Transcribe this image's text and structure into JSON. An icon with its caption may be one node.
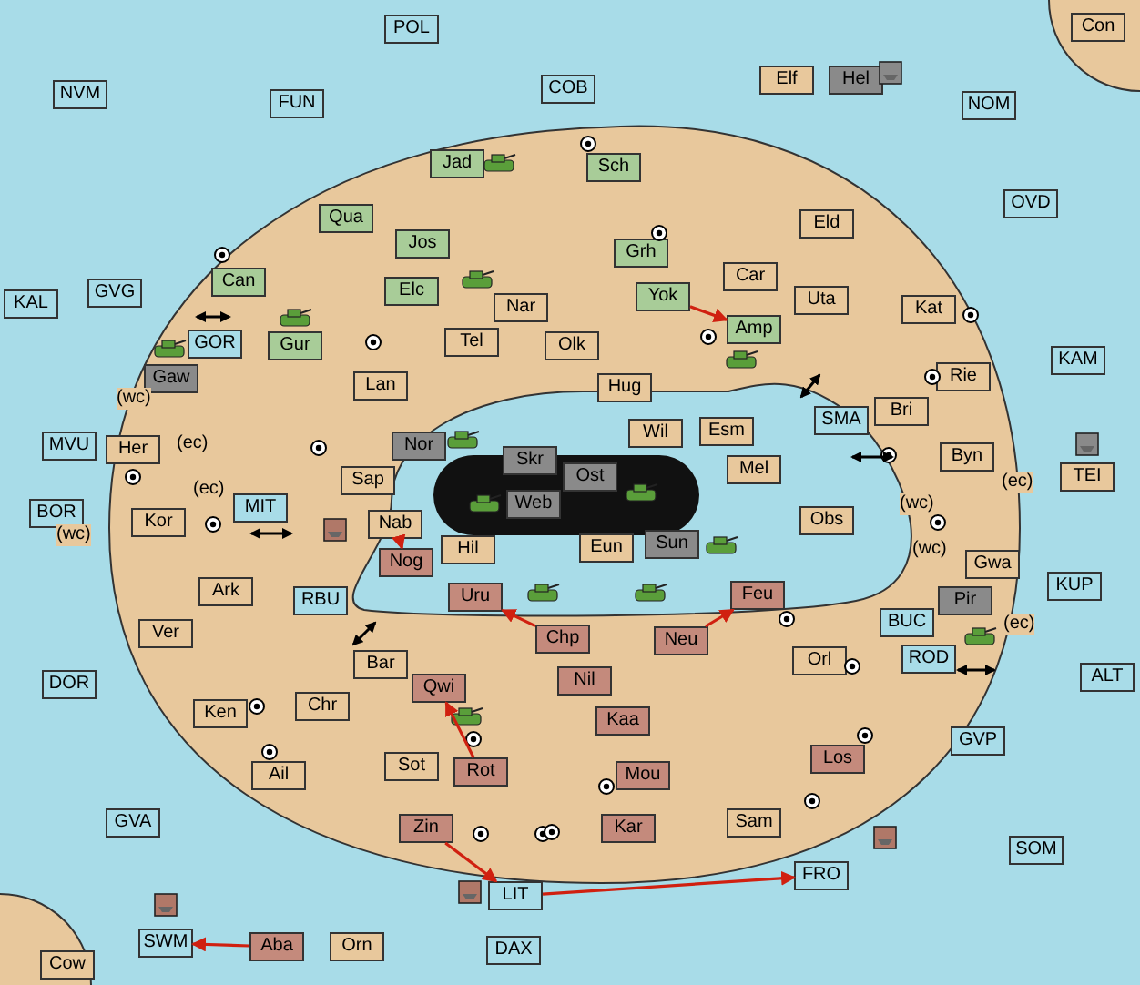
{
  "diagram": {
    "nodes": [
      {
        "text": [
          "POL"
        ]
      },
      {
        "text": [
          "NVM"
        ]
      },
      {
        "text": [
          "FUN"
        ]
      },
      {
        "text": [
          "COB"
        ]
      },
      {
        "text": [
          "Elf"
        ]
      },
      {
        "text": [
          "Hel"
        ]
      },
      {
        "text": [
          "NOM"
        ]
      },
      {
        "text": [
          "Con"
        ]
      },
      {
        "text": [
          "Jad"
        ]
      },
      {
        "text": [
          "Sch"
        ]
      },
      {
        "text": [
          "Qua"
        ]
      },
      {
        "text": [
          "Jos"
        ]
      },
      {
        "text": [
          "Grh"
        ]
      },
      {
        "text": [
          "Can"
        ]
      },
      {
        "text": [
          "Eld"
        ]
      },
      {
        "text": [
          "OVD"
        ]
      },
      {
        "text": [
          "Yok"
        ]
      },
      {
        "text": [
          "Car"
        ]
      },
      {
        "text": [
          "Elc"
        ]
      },
      {
        "text": [
          "Nar"
        ]
      },
      {
        "text": [
          "Uta"
        ]
      },
      {
        "text": [
          "Kat"
        ]
      },
      {
        "text": [
          "KAL"
        ]
      },
      {
        "text": [
          "GVG"
        ]
      },
      {
        "text": [
          "GOR"
        ]
      },
      {
        "text": [
          "Gur"
        ]
      },
      {
        "text": [
          "Tel"
        ]
      },
      {
        "text": [
          "Olk"
        ]
      },
      {
        "text": [
          "Amp"
        ]
      },
      {
        "text": [
          "KAM"
        ]
      },
      {
        "text": [
          "Gaw"
        ]
      },
      {
        "text": [
          "Lan"
        ]
      },
      {
        "text": [
          "Hug"
        ]
      },
      {
        "text": [
          "Rie"
        ]
      },
      {
        "text": [
          "SMA"
        ]
      },
      {
        "text": [
          "Bri"
        ]
      },
      {
        "text": [
          "Esm"
        ]
      },
      {
        "text": [
          "Wil"
        ]
      },
      {
        "text": [
          "Nor"
        ]
      },
      {
        "text": [
          "Skr"
        ]
      },
      {
        "text": [
          "Ost"
        ]
      },
      {
        "text": [
          "Her"
        ]
      },
      {
        "text": [
          "MVU"
        ]
      },
      {
        "text": [
          "Sap"
        ]
      },
      {
        "text": [
          "Mel"
        ]
      },
      {
        "text": [
          "Byn"
        ]
      },
      {
        "text": [
          "TEI"
        ]
      },
      {
        "text": [
          "Web"
        ]
      },
      {
        "text": [
          "Obs"
        ]
      },
      {
        "text": [
          "MIT"
        ]
      },
      {
        "text": [
          "Kor"
        ]
      },
      {
        "text": [
          "BOR"
        ]
      },
      {
        "text": [
          "Nab"
        ]
      },
      {
        "text": [
          "Hil"
        ]
      },
      {
        "text": [
          "Eun"
        ]
      },
      {
        "text": [
          "Sun"
        ]
      },
      {
        "text": [
          "Gwa"
        ]
      },
      {
        "text": [
          "Nog"
        ]
      },
      {
        "text": [
          "Uru"
        ]
      },
      {
        "text": [
          "Feu"
        ]
      },
      {
        "text": [
          "Ark"
        ]
      },
      {
        "text": [
          "RBU"
        ]
      },
      {
        "text": [
          "KUP"
        ]
      },
      {
        "text": [
          "BUC"
        ]
      },
      {
        "text": [
          "Pir"
        ]
      },
      {
        "text": [
          "Chp"
        ]
      },
      {
        "text": [
          "Neu"
        ]
      },
      {
        "text": [
          "Ver"
        ]
      },
      {
        "text": [
          "ROD"
        ]
      },
      {
        "text": [
          "Bar"
        ]
      },
      {
        "text": [
          "Orl"
        ]
      },
      {
        "text": [
          "ALT"
        ]
      },
      {
        "text": [
          "DOR"
        ]
      },
      {
        "text": [
          "Nil"
        ]
      },
      {
        "text": [
          "Qwi"
        ]
      },
      {
        "text": [
          "Ken"
        ]
      },
      {
        "text": [
          "Chr"
        ]
      },
      {
        "text": [
          "Kaa"
        ]
      },
      {
        "text": [
          "GVP"
        ]
      },
      {
        "text": [
          "Los"
        ]
      },
      {
        "text": [
          "Sot"
        ]
      },
      {
        "text": [
          "Rot"
        ]
      },
      {
        "text": [
          "Mou"
        ]
      },
      {
        "text": [
          "Ail"
        ]
      },
      {
        "text": [
          "GVA"
        ]
      },
      {
        "text": [
          "Sam"
        ]
      },
      {
        "text": [
          "Zin"
        ]
      },
      {
        "text": [
          "Kar"
        ]
      },
      {
        "text": [
          "SOM"
        ]
      },
      {
        "text": [
          "FRO"
        ]
      },
      {
        "text": [
          "LIT"
        ]
      },
      {
        "text": [
          "SWM"
        ]
      },
      {
        "text": [
          "Aba"
        ]
      },
      {
        "text": [
          "Orn"
        ]
      },
      {
        "text": [
          "DAX"
        ]
      },
      {
        "text": [
          "Cow"
        ]
      }
    ],
    "edges": [
      {
        "from": 16,
        "to": 28,
        "arrow": "to"
      },
      {
        "from": 52,
        "to": 57,
        "arrow": "to"
      },
      {
        "from": 65,
        "to": 58,
        "arrow": "to"
      },
      {
        "from": 66,
        "to": 59,
        "arrow": "to"
      },
      {
        "from": 81,
        "to": 74,
        "arrow": "to"
      },
      {
        "from": 86,
        "to": 90,
        "arrow": "to"
      },
      {
        "from": 90,
        "to": 89,
        "arrow": "to"
      },
      {
        "from": 92,
        "to": 91,
        "arrow": "to"
      }
    ],
    "labels": [
      "(wc)",
      "(ec)",
      "(ec)",
      "(ec)",
      "(wc)",
      "(wc)",
      "(wc)",
      "(ec)"
    ]
  }
}
